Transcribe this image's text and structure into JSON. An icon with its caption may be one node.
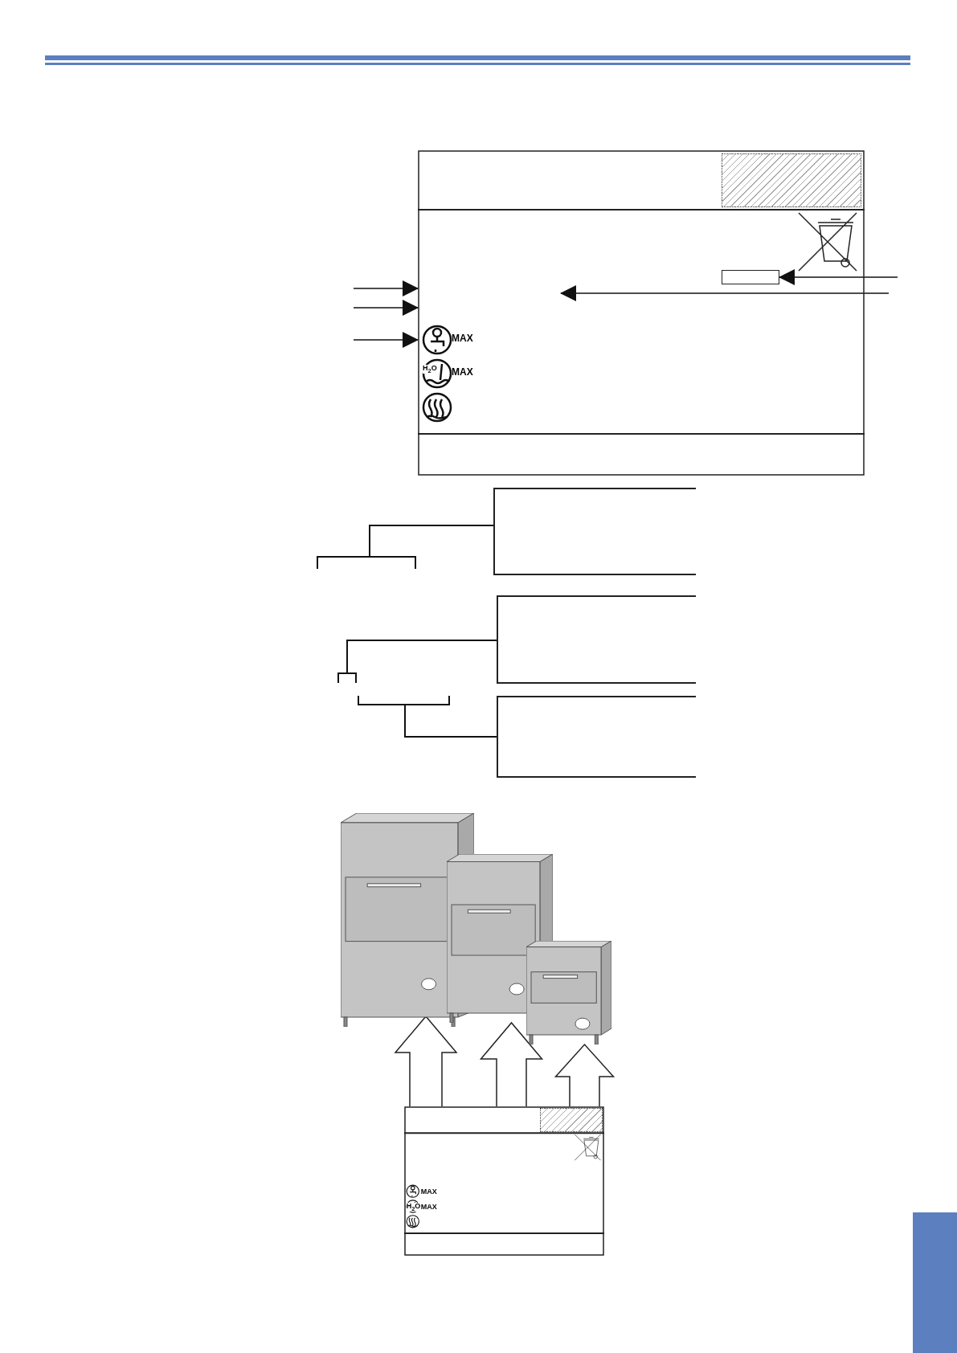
{
  "diagram": {
    "nodes": [
      {
        "text": [],
        "shape": "box"
      },
      {
        "text": [],
        "shape": "box",
        "in": 0
      },
      {
        "text": [],
        "shape": "box",
        "in": 0
      },
      {
        "text": [],
        "shape": "box"
      },
      {
        "text": [],
        "shape": "box"
      },
      {
        "text": [],
        "shape": "box"
      },
      {
        "text": [],
        "shape": "picture"
      },
      {
        "text": [],
        "shape": "picture"
      },
      {
        "text": [],
        "shape": "picture"
      },
      {
        "text": [],
        "shape": "box"
      },
      {
        "text": [],
        "shape": "box",
        "in": 9
      },
      {
        "text": [],
        "shape": "bar"
      }
    ],
    "edges": [
      {
        "from": null,
        "to": 0,
        "arrow": "to"
      },
      {
        "from": null,
        "to": 0,
        "arrow": "to"
      },
      {
        "from": null,
        "to": 0,
        "arrow": "to"
      },
      {
        "from": null,
        "to": 2,
        "arrow": "to"
      },
      {
        "from": null,
        "to": 3,
        "arrow": "none"
      },
      {
        "from": null,
        "to": 4,
        "arrow": "none"
      },
      {
        "from": null,
        "to": 5,
        "arrow": "none"
      },
      {
        "from": 9,
        "to": 6,
        "arrow": "to",
        "style": "thick"
      },
      {
        "from": 9,
        "to": 7,
        "arrow": "to",
        "style": "thick"
      },
      {
        "from": 9,
        "to": 8,
        "arrow": "to",
        "style": "thick"
      }
    ],
    "labels": [
      "MAX",
      "H$_{2}$O",
      "MAX",
      "MAX",
      "H$_{2}$O",
      "MAX"
    ]
  }
}
